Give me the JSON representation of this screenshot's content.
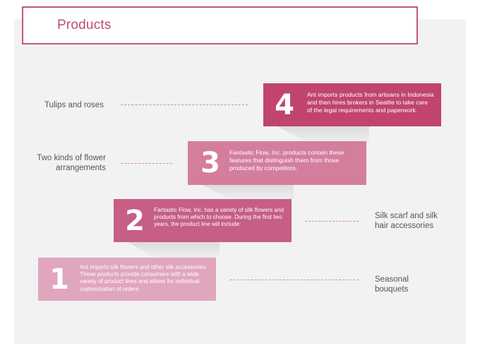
{
  "title": "Products",
  "steps": [
    {
      "number": "1",
      "text": "Ant imports silk flowers and other silk accessories. These products provide consumers with a wide variety of product lines and allows for individual customization of orders",
      "label": "Seasonal bouquets",
      "color": "#e0a6bd"
    },
    {
      "number": "2",
      "text": "Fantastic Flow, Inc. has a variety of silk flowers and products from which to choose. During the first two years, the product line will include:",
      "label": "Silk scarf and silk hair accessories",
      "color": "#c65e86"
    },
    {
      "number": "3",
      "text": "Fantastic Flow, Inc. products contain these features that distinguish them from those produced by competitors.",
      "label": "Two kinds of flower arrangements",
      "color": "#d47e9e"
    },
    {
      "number": "4",
      "text": "Ant imports products from artisans in Indonesia and then hires brokers in Seattle to take care of the legal requirements and paperwork.",
      "label": "Tulips and roses",
      "color": "#c0446f"
    }
  ],
  "colors": {
    "accent": "#c2567f",
    "background": "#f2f2f2",
    "connector": "#d08aa6"
  }
}
